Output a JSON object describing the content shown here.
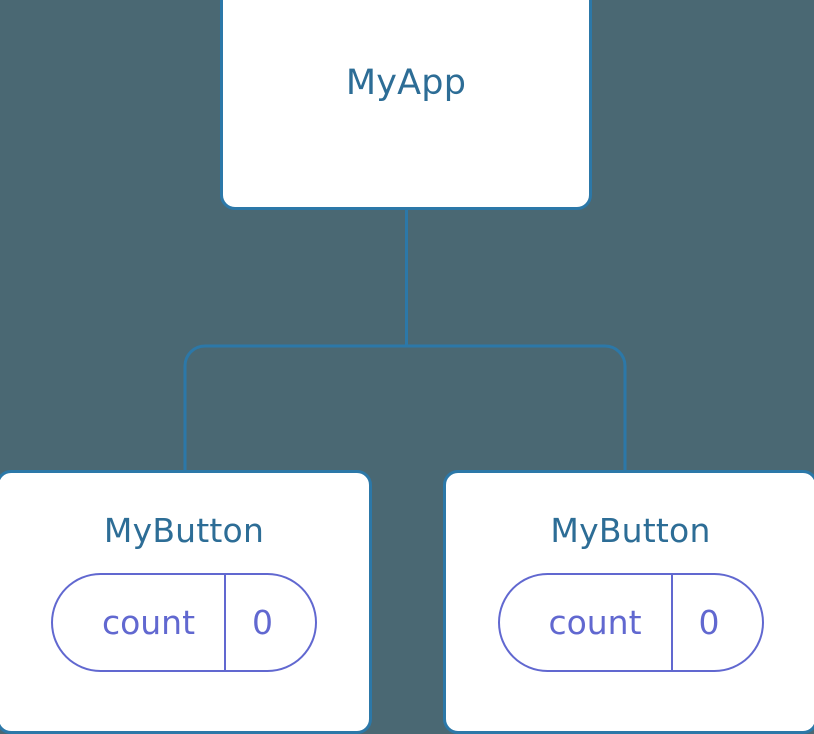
{
  "diagram": {
    "type": "component-tree",
    "background_color": "#4a6873",
    "node_border_color": "#2c78a8",
    "node_fill_color": "#ffffff",
    "node_title_color": "#2d6d96",
    "edge_color": "#2c78a8",
    "state_accent_color": "#6168d0",
    "root": {
      "title": "MyApp"
    },
    "children": [
      {
        "title": "MyButton",
        "state": {
          "key": "count",
          "value": "0"
        }
      },
      {
        "title": "MyButton",
        "state": {
          "key": "count",
          "value": "0"
        }
      }
    ]
  }
}
